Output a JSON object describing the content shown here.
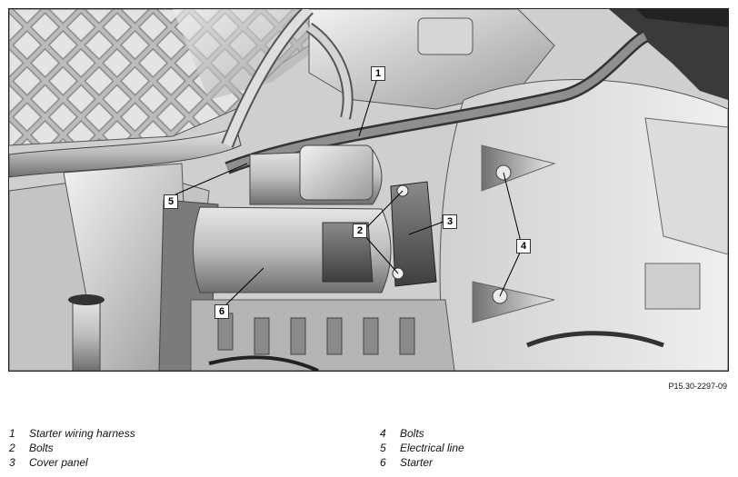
{
  "figure": {
    "code": "P15.30-2297-09",
    "callouts": [
      "1",
      "2",
      "3",
      "4",
      "5",
      "6"
    ]
  },
  "legend": {
    "left": [
      {
        "num": "1",
        "label": "Starter wiring harness"
      },
      {
        "num": "2",
        "label": "Bolts"
      },
      {
        "num": "3",
        "label": "Cover panel"
      }
    ],
    "right": [
      {
        "num": "4",
        "label": "Bolts"
      },
      {
        "num": "5",
        "label": "Electrical line"
      },
      {
        "num": "6",
        "label": "Starter"
      }
    ]
  }
}
